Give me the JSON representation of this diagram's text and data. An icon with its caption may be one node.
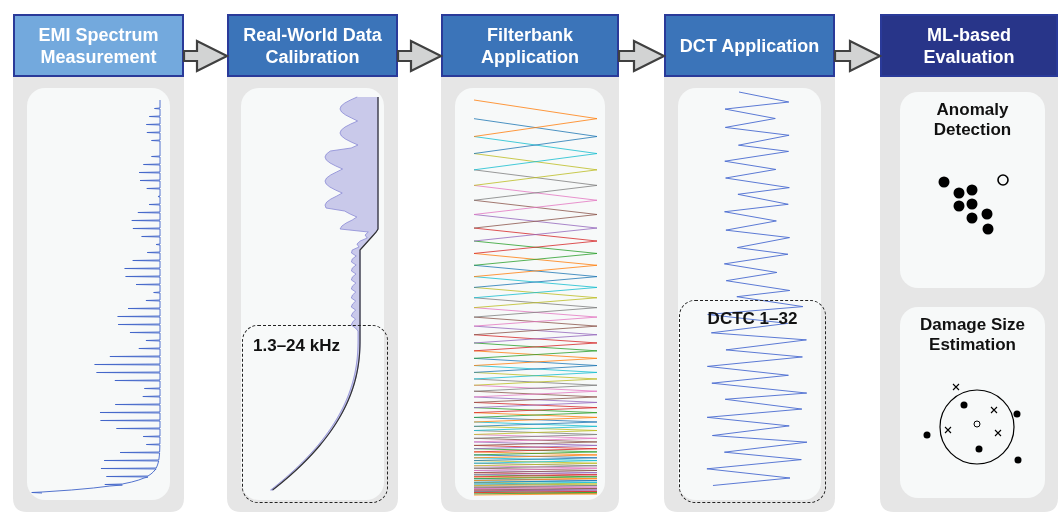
{
  "diagram": {
    "nodes": [
      {
        "text": [
          "EMI Spectrum Measurement"
        ]
      },
      {
        "text": [
          "Real-World Data Calibration"
        ]
      },
      {
        "text": [
          "Filterbank Application"
        ]
      },
      {
        "text": [
          "DCT Application"
        ]
      },
      {
        "text": [
          "ML-based Evaluation"
        ]
      },
      {
        "text": [
          "1.3–24 kHz"
        ]
      },
      {
        "text": [
          "DCTC 1–32"
        ]
      },
      {
        "text": [
          "Anomaly Detection"
        ]
      },
      {
        "text": [
          "Damage Size Estimation"
        ]
      }
    ],
    "edges": [
      {
        "from": 0,
        "to": 1,
        "arrow": "to"
      },
      {
        "from": 1,
        "to": 2,
        "arrow": "to"
      },
      {
        "from": 2,
        "to": 3,
        "arrow": "to"
      },
      {
        "from": 3,
        "to": 4,
        "arrow": "to"
      }
    ]
  }
}
